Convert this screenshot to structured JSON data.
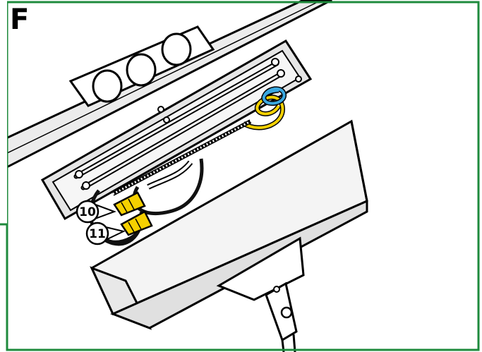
{
  "figure": {
    "panel_label": "F",
    "callouts": [
      {
        "number": "10",
        "target": "yellow-wire-nut-upper"
      },
      {
        "number": "11",
        "target": "yellow-wire-nut-lower"
      }
    ]
  },
  "colors": {
    "frame": "#1e8a3c",
    "outline": "#000000",
    "light-fill": "#ececec",
    "fixture-fill": "#f4f4f4",
    "wire-nut": "#f5d000",
    "ground-wire": "#f2d000",
    "neutral-wire": "#3aa8e0",
    "white-wire": "#ffffff",
    "black-wire": "#111111"
  }
}
